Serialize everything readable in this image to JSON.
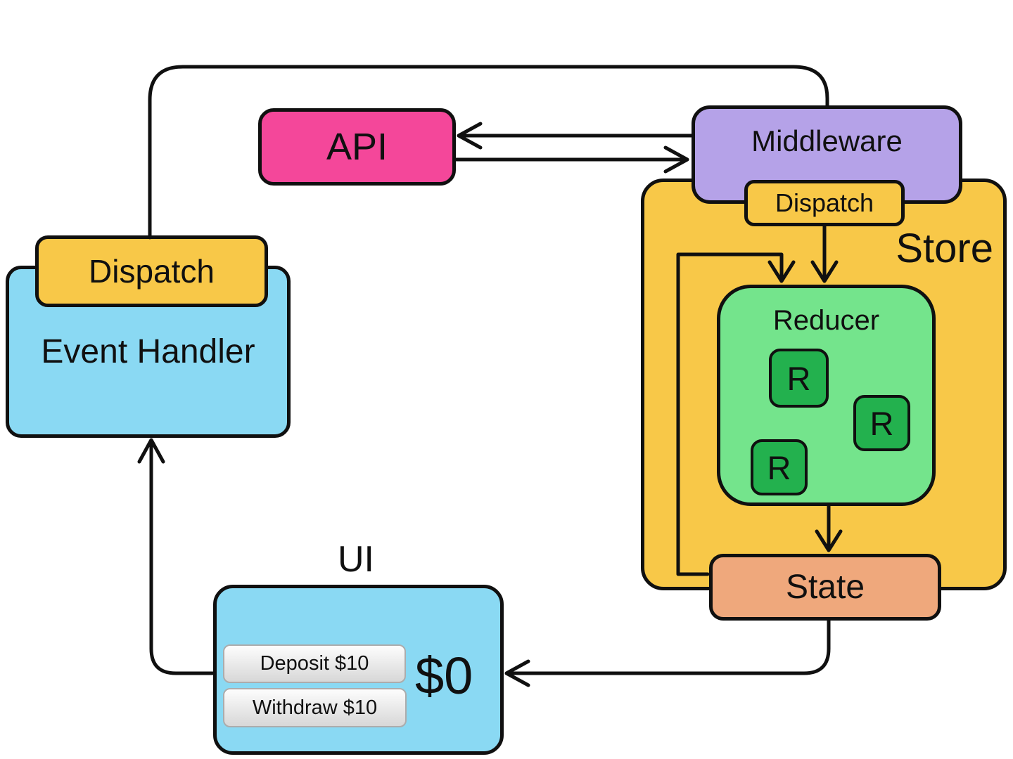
{
  "nodes": {
    "api": {
      "label": "API"
    },
    "middleware": {
      "label": "Middleware"
    },
    "store": {
      "label": "Store"
    },
    "store_dispatch": {
      "label": "Dispatch"
    },
    "reducer": {
      "label": "Reducer",
      "units": [
        "R",
        "R",
        "R"
      ]
    },
    "state": {
      "label": "State"
    },
    "event_handler": {
      "label": "Event Handler"
    },
    "event_handler_dispatch": {
      "label": "Dispatch"
    },
    "ui": {
      "label": "UI",
      "balance": "$0",
      "buttons": [
        {
          "label": "Deposit $10"
        },
        {
          "label": "Withdraw $10"
        }
      ]
    }
  },
  "colors": {
    "api": "#F4479A",
    "middleware": "#B5A2E8",
    "store": "#F8C848",
    "reducer": "#74E48C",
    "reducer_unit": "#23B14E",
    "state": "#EFA87C",
    "panel_blue": "#8AD9F3",
    "outline": "#101010"
  }
}
